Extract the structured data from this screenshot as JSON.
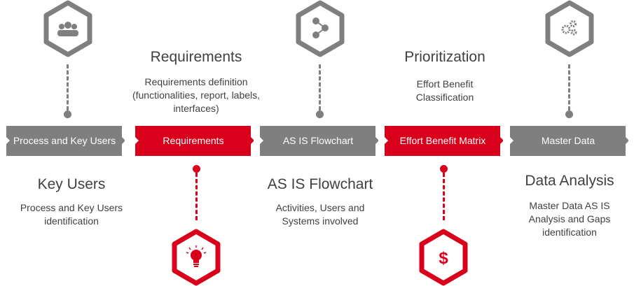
{
  "colors": {
    "gray": "#7f7f7f",
    "red": "#d9001b",
    "text": "#404040"
  },
  "steps": [
    {
      "label": "Process and Key Users",
      "color": "gray",
      "icon": "users-icon",
      "title": "Key Users",
      "description": "Process and Key Users identification",
      "position": "bottom"
    },
    {
      "label": "Requirements",
      "color": "red",
      "icon": "lightbulb-icon",
      "title": "Requirements",
      "description": "Requirements definition (functionalities, report, labels, interfaces)",
      "position": "top"
    },
    {
      "label": "AS IS Flowchart",
      "color": "gray",
      "icon": "share-icon",
      "title": "AS IS Flowchart",
      "description": "Activities, Users and Systems involved",
      "position": "bottom"
    },
    {
      "label": "Effort Benefit Matrix",
      "color": "red",
      "icon": "dollar-icon",
      "title": "Prioritization",
      "description": "Effort Benefit Classification",
      "position": "top"
    },
    {
      "label": "Master Data",
      "color": "gray",
      "icon": "gears-icon",
      "title": "Data Analysis",
      "description": "Master Data AS IS Analysis and Gaps identification",
      "position": "bottom"
    }
  ],
  "icon_glyphs": {
    "dollar": "$"
  }
}
